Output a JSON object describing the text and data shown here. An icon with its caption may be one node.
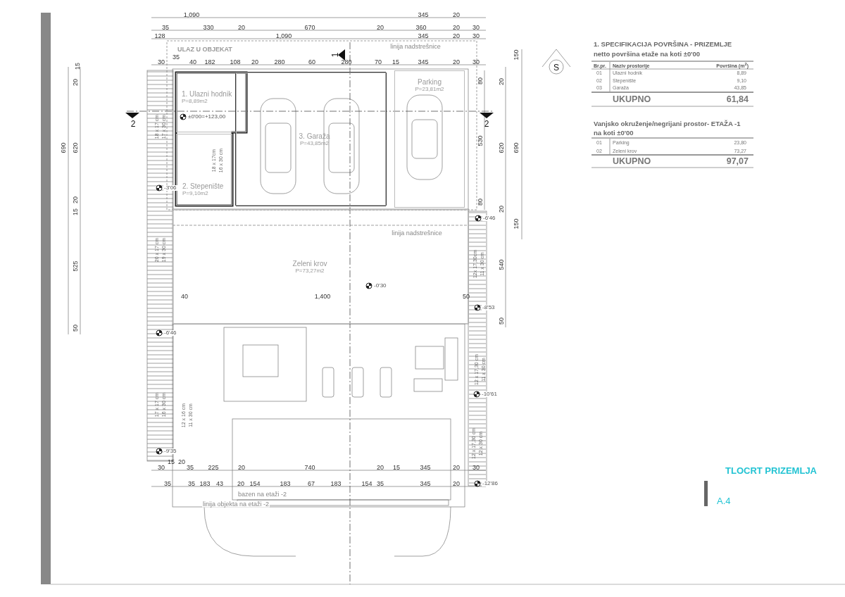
{
  "diagram": {
    "nodes": [
      {
        "text": [
          "1. Ulazni hodnik",
          "P=8,89m2"
        ]
      },
      {
        "text": [
          "2. Stepenište",
          "P=9,10m2"
        ]
      },
      {
        "text": [
          "3. Garaža",
          "P=43,85m2"
        ]
      },
      {
        "text": [
          "Parking",
          "P=23,81m2"
        ]
      },
      {
        "text": [
          "Zeleni krov",
          "P=73,27m2"
        ]
      }
    ],
    "labels": [
      "1,090",
      "345",
      "20",
      "35",
      "330",
      "20",
      "670",
      "20",
      "360",
      "20",
      "30",
      "128",
      "1,090",
      "345",
      "20",
      "30",
      "ULAZ U OBJEKAT",
      "1",
      "linija nadstrešnice",
      "35",
      "30",
      "40",
      "182",
      "108",
      "20",
      "280",
      "60",
      "280",
      "70",
      "15",
      "345",
      "20",
      "30",
      "15",
      "20",
      "690",
      "620",
      "2",
      "18 x 17 cm",
      "17 x 30 cm",
      "±0'00=+123,00",
      "18 x 17cm",
      "16 x 30 cm",
      "-3'06",
      "20",
      "15",
      "20 x 17 cm",
      "19 x 30 cm",
      "525",
      "50",
      "40",
      "1,400",
      "50",
      "-0'30",
      "-6'46",
      "17 x 17 cm",
      "16 x 30 cm",
      "12 x 16 cm",
      "11 x 30 cm",
      "-9'35",
      "150",
      "80",
      "20",
      "2",
      "530",
      "620",
      "690",
      "80",
      "20",
      "150",
      "-6'46",
      "12x 17,30cm",
      "11 x 30 cm",
      "540",
      "-8'53",
      "50",
      "12 x 17,30 cm",
      "11 x 30 cm",
      "-10'61",
      "12 x 17,30 cm",
      "12 x 30 cm",
      "15",
      "20",
      "30",
      "35",
      "225",
      "20",
      "740",
      "20",
      "15",
      "345",
      "20",
      "30",
      "35",
      "35",
      "183",
      "43",
      "20",
      "154",
      "183",
      "67",
      "183",
      "154",
      "35",
      "345",
      "20",
      "-12'86",
      "bazen na etaži -2",
      "linija objekta na etaži -2",
      "S",
      "1. SPECIFIKACIJA POVRŠINA - PRIZEMLJE",
      "netto površina etaže na koti ±0'00",
      "Br.pr.",
      "Naziv prostorije",
      "Površina (m$^{2}$)",
      "01",
      "Ulazni hodnik",
      "8,89",
      "02",
      "Stepenište",
      "9,10",
      "03",
      "Garaža",
      "43,85",
      "UKUPNO",
      "61,84",
      "Vanjsko okruženje/negrijani prostor- ETAŽA -1",
      "na koti ±0'00",
      "01",
      "Parking",
      "23,80",
      "02",
      "Zeleni krov",
      "73,27",
      "UKUPNO",
      "97,07",
      "TLOCRT PRIZEMLJA",
      "A.4",
      "linija nadstrešnice"
    ]
  }
}
